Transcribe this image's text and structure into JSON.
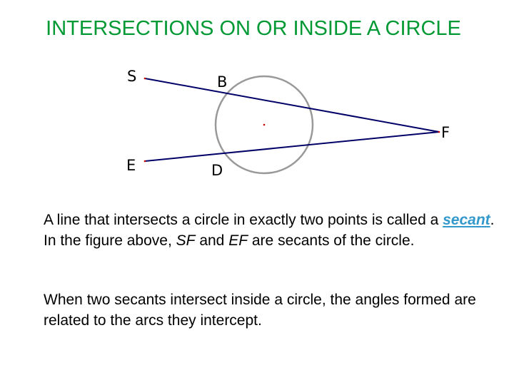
{
  "slide": {
    "title": "INTERSECTIONS ON OR INSIDE A CIRCLE"
  },
  "figure": {
    "point_labels": {
      "S": "S",
      "B": "B",
      "F": "F",
      "E": "E",
      "D": "D"
    },
    "colors": {
      "line": "#000066",
      "circle": "#999999",
      "point": "#cc0000"
    }
  },
  "paragraph1": {
    "part1": "A line that intersects a circle in exactly two points is called a ",
    "term": "secant",
    "part2": ".  In the figure above, ",
    "seg1": "SF",
    "and": " and ",
    "seg2": "EF",
    "part3": " are secants of the circle."
  },
  "paragraph2": {
    "text": "When two secants intersect inside a circle, the angles formed are related to the arcs they intercept."
  }
}
